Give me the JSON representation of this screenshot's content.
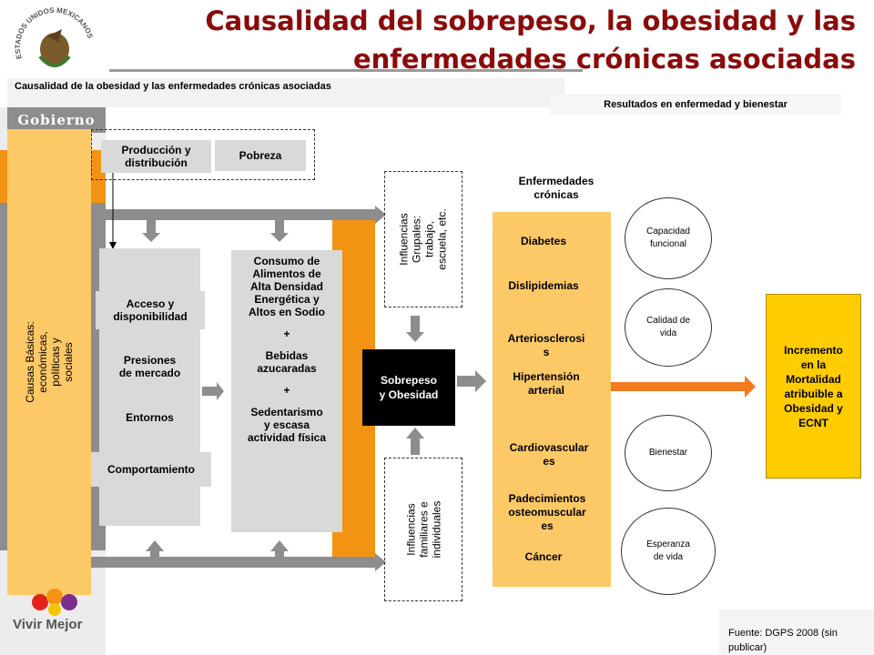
{
  "header": {
    "title_line1": "Causalidad del sobrepeso, la obesidad y las",
    "title_line2": "enfermedades crónicas asociadas",
    "subtitle": "Causalidad de la obesidad y las enfermedades crónicas asociadas",
    "results_label": "Resultados en enfermedad y bienestar"
  },
  "branding": {
    "seal_text": "ESTADOS UNIDOS MEXICANOS",
    "gobierno": "Gobierno",
    "vivir_mejor": "Vivir Mejor"
  },
  "causas": {
    "line1": "Causas Básicas:",
    "line2": "económicas, políticas y sociales"
  },
  "top_boxes": {
    "produccion_line1": "Producción y",
    "produccion_line2": "distribución",
    "pobreza": "Pobreza"
  },
  "factors": {
    "acceso_line1": "Acceso y",
    "acceso_line2": "disponibilidad",
    "presiones_line1": "Presiones",
    "presiones_line2": "de mercado",
    "entornos": "Entornos",
    "comportamiento": "Comportamiento"
  },
  "consumo": {
    "lines": [
      "Consumo de",
      "Alimentos de",
      "Alta Densidad",
      "Energética y",
      "Altos en Sodio"
    ],
    "plus1": "+",
    "bebidas_line1": "Bebidas",
    "bebidas_line2": "azucaradas",
    "plus2": "+",
    "sedentarismo_lines": [
      "Sedentarismo",
      "y escasa",
      "actividad física"
    ]
  },
  "influencias": {
    "grupales_lines": [
      "Influencias",
      "Grupales:",
      "trabajo,",
      "escuela, etc."
    ],
    "familiares_lines": [
      "Influencias",
      "familiares e",
      "individuales"
    ]
  },
  "center": {
    "line1": "Sobrepeso",
    "line2": "y Obesidad"
  },
  "enfermedades": {
    "heading_line1": "Enfermedades",
    "heading_line2": "crónicas",
    "diabetes": "Diabetes",
    "dislipidemias": "Dislipidemias",
    "arterio_line1": "Arteriosclerosi",
    "arterio_line2": "s",
    "hiper_line1": "Hipertensión",
    "hiper_line2": "arterial",
    "cardio_line1": "Cardiovascular",
    "cardio_line2": "es",
    "pade_line1": "Padecimientos",
    "pade_line2": "osteomuscular",
    "pade_line3": "es",
    "cancer": "Cáncer"
  },
  "outcomes": {
    "capacidad_line1": "Capacidad",
    "capacidad_line2": "funcional",
    "calidad_line1": "Calidad de",
    "calidad_line2": "vida",
    "bienestar": "Bienestar",
    "esperanza_line1": "Esperanza",
    "esperanza_line2": "de vida"
  },
  "result": {
    "lines": [
      "Incremento",
      "en la",
      "Mortalidad",
      "atribuible a",
      "Obesidad y",
      "ECNT"
    ]
  },
  "footer": {
    "fuente_line1": "Fuente: DGPS 2008 (sin",
    "fuente_line2": "publicar)"
  },
  "colors": {
    "title": "#8b0a0a",
    "orange": "#f39314",
    "light_orange": "#fdc866",
    "yellow": "#ffcc00",
    "grey_arrow": "#8d8d8d"
  }
}
